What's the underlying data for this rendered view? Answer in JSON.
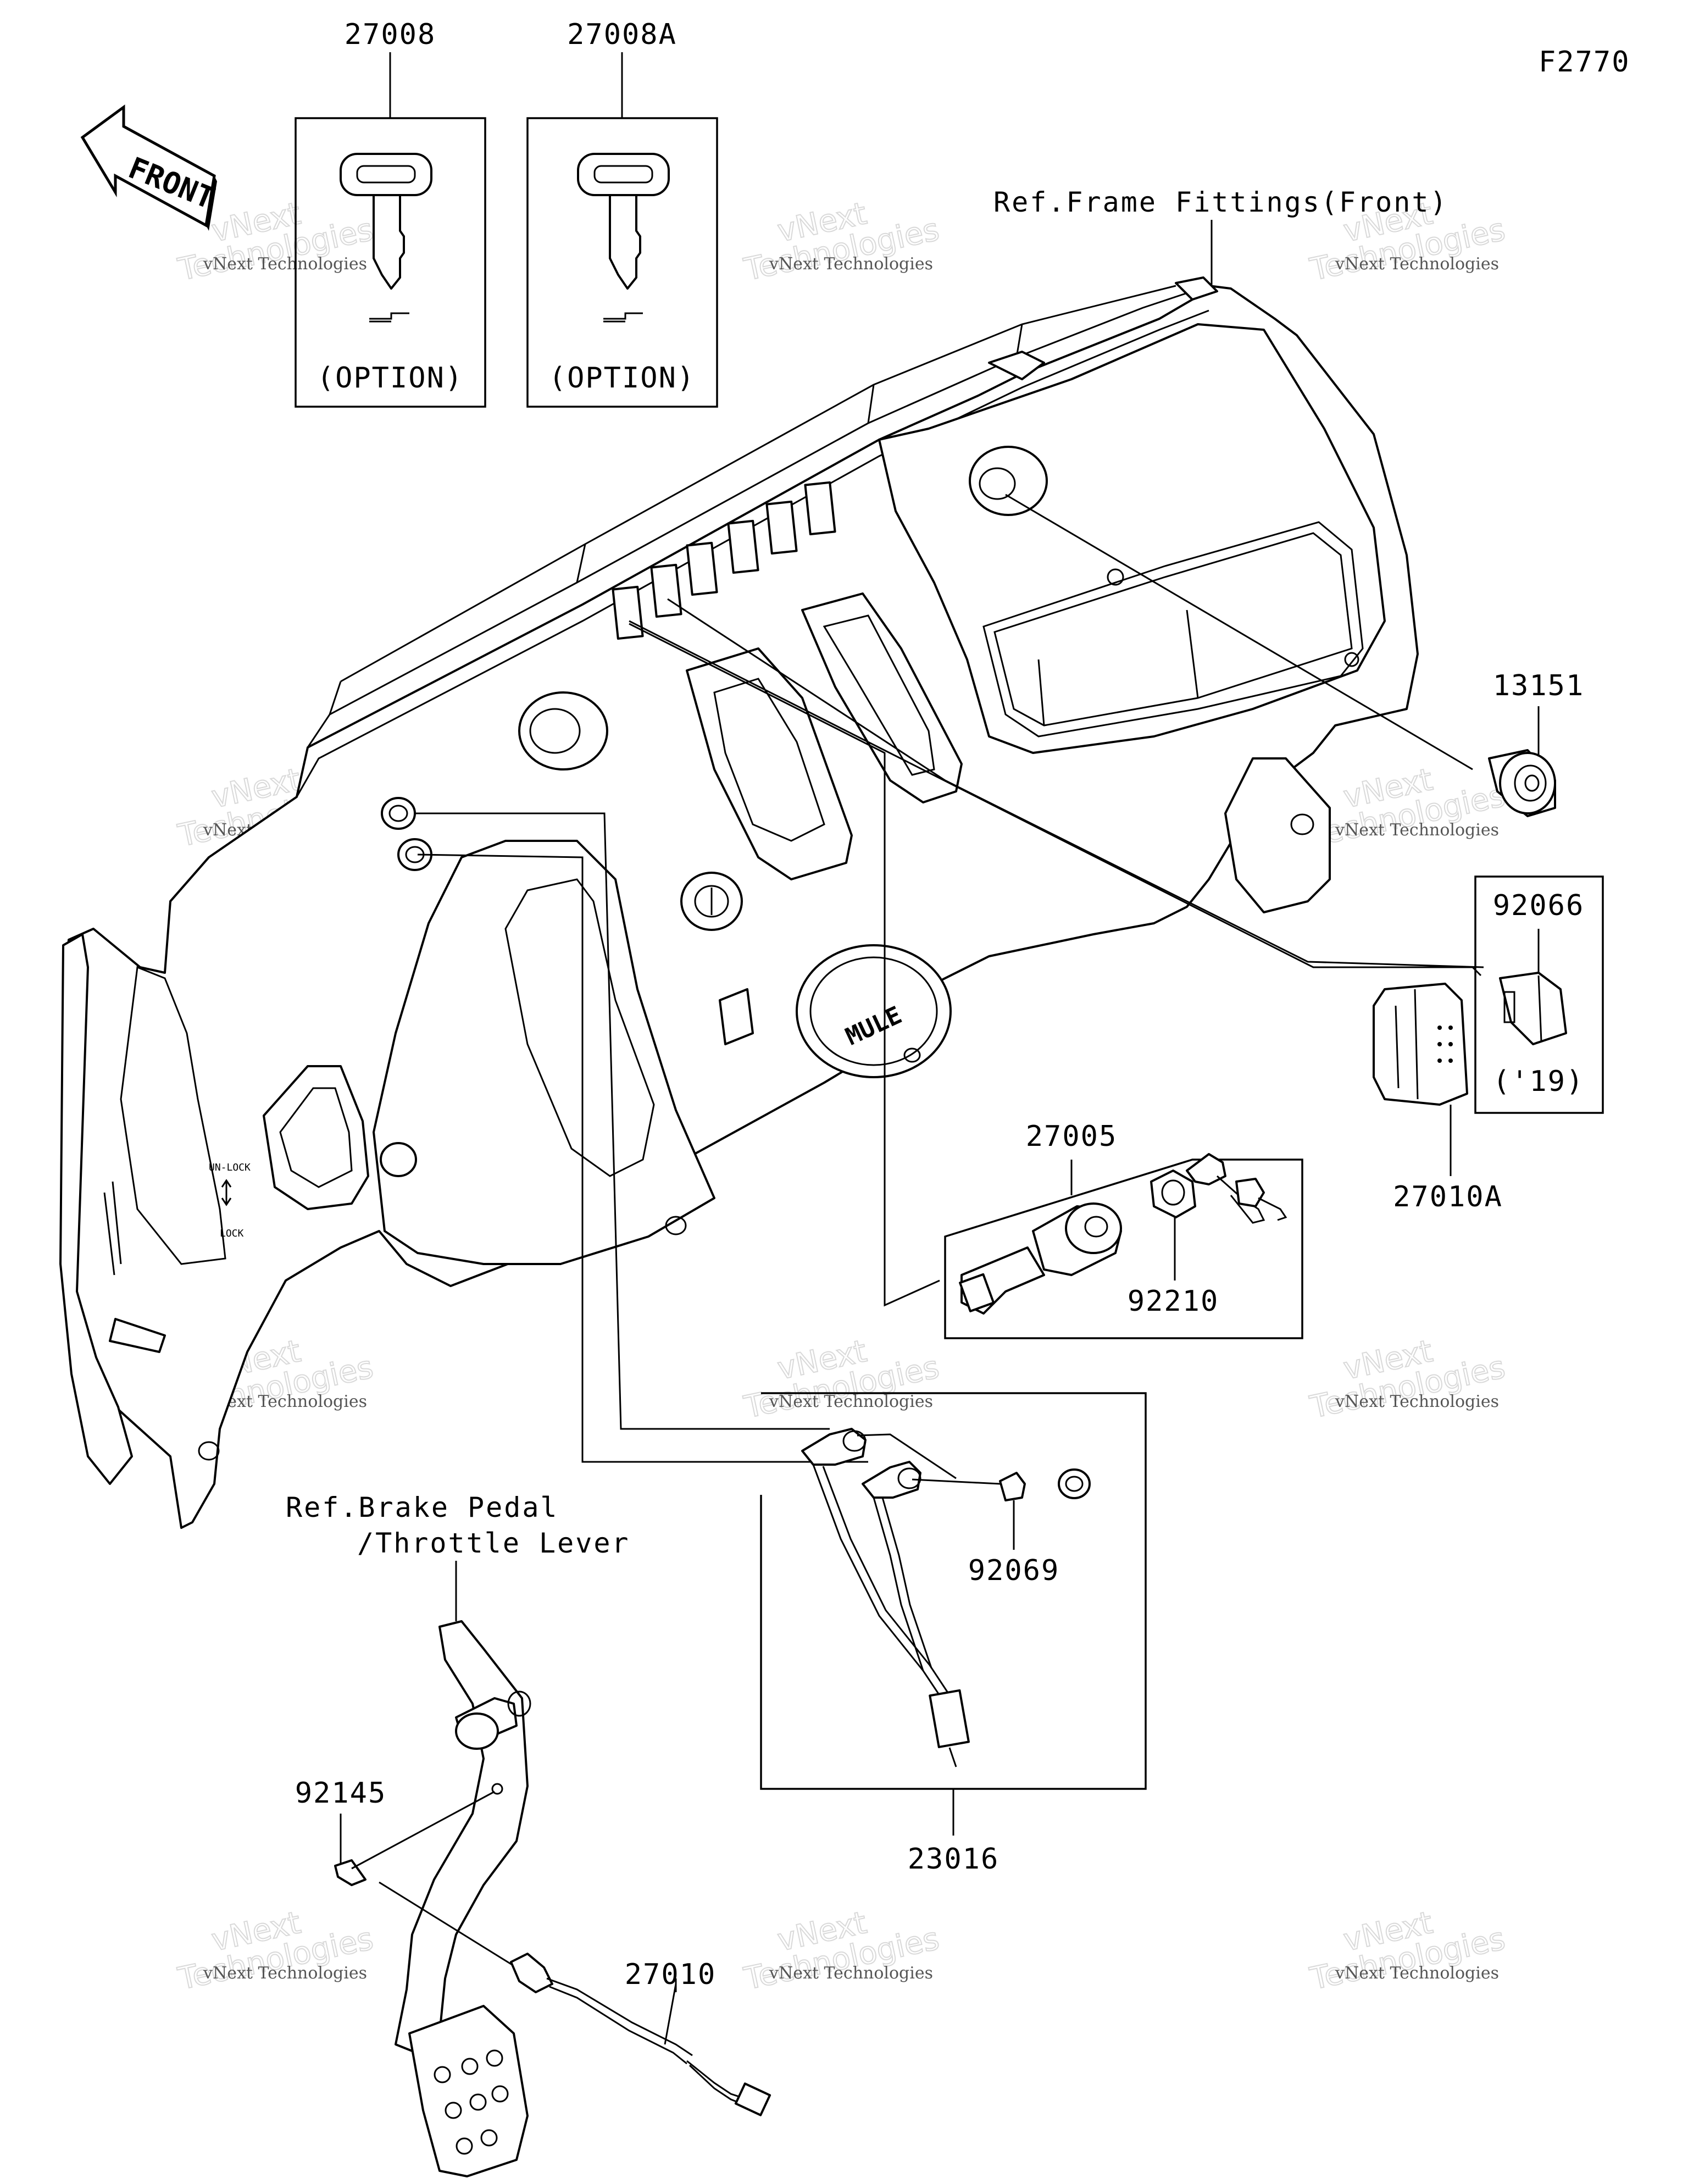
{
  "figure_code": "F2770",
  "orientation_label": "FRONT",
  "references": {
    "frame_fittings": "Ref.Frame Fittings(Front)",
    "brake_pedal_line1": "Ref.Brake Pedal",
    "brake_pedal_line2": "/Throttle Lever"
  },
  "parts": {
    "p27008": "27008",
    "p27008A": "27008A",
    "option_1": "(OPTION)",
    "option_2": "(OPTION)",
    "p13151": "13151",
    "p92066": "92066",
    "model_year": "('19)",
    "p27010A": "27010A",
    "p27005": "27005",
    "p92210": "92210",
    "p92069": "92069",
    "p23016": "23016",
    "p92145": "92145",
    "p27010": "27010"
  },
  "dashboard_labels": {
    "badge": "MULE",
    "lock_top": "UN-LOCK",
    "lock_bottom": "LOCK"
  },
  "watermark": {
    "line1": "vNext Technologies",
    "line2": "vNext",
    "line3": "Technologies"
  }
}
